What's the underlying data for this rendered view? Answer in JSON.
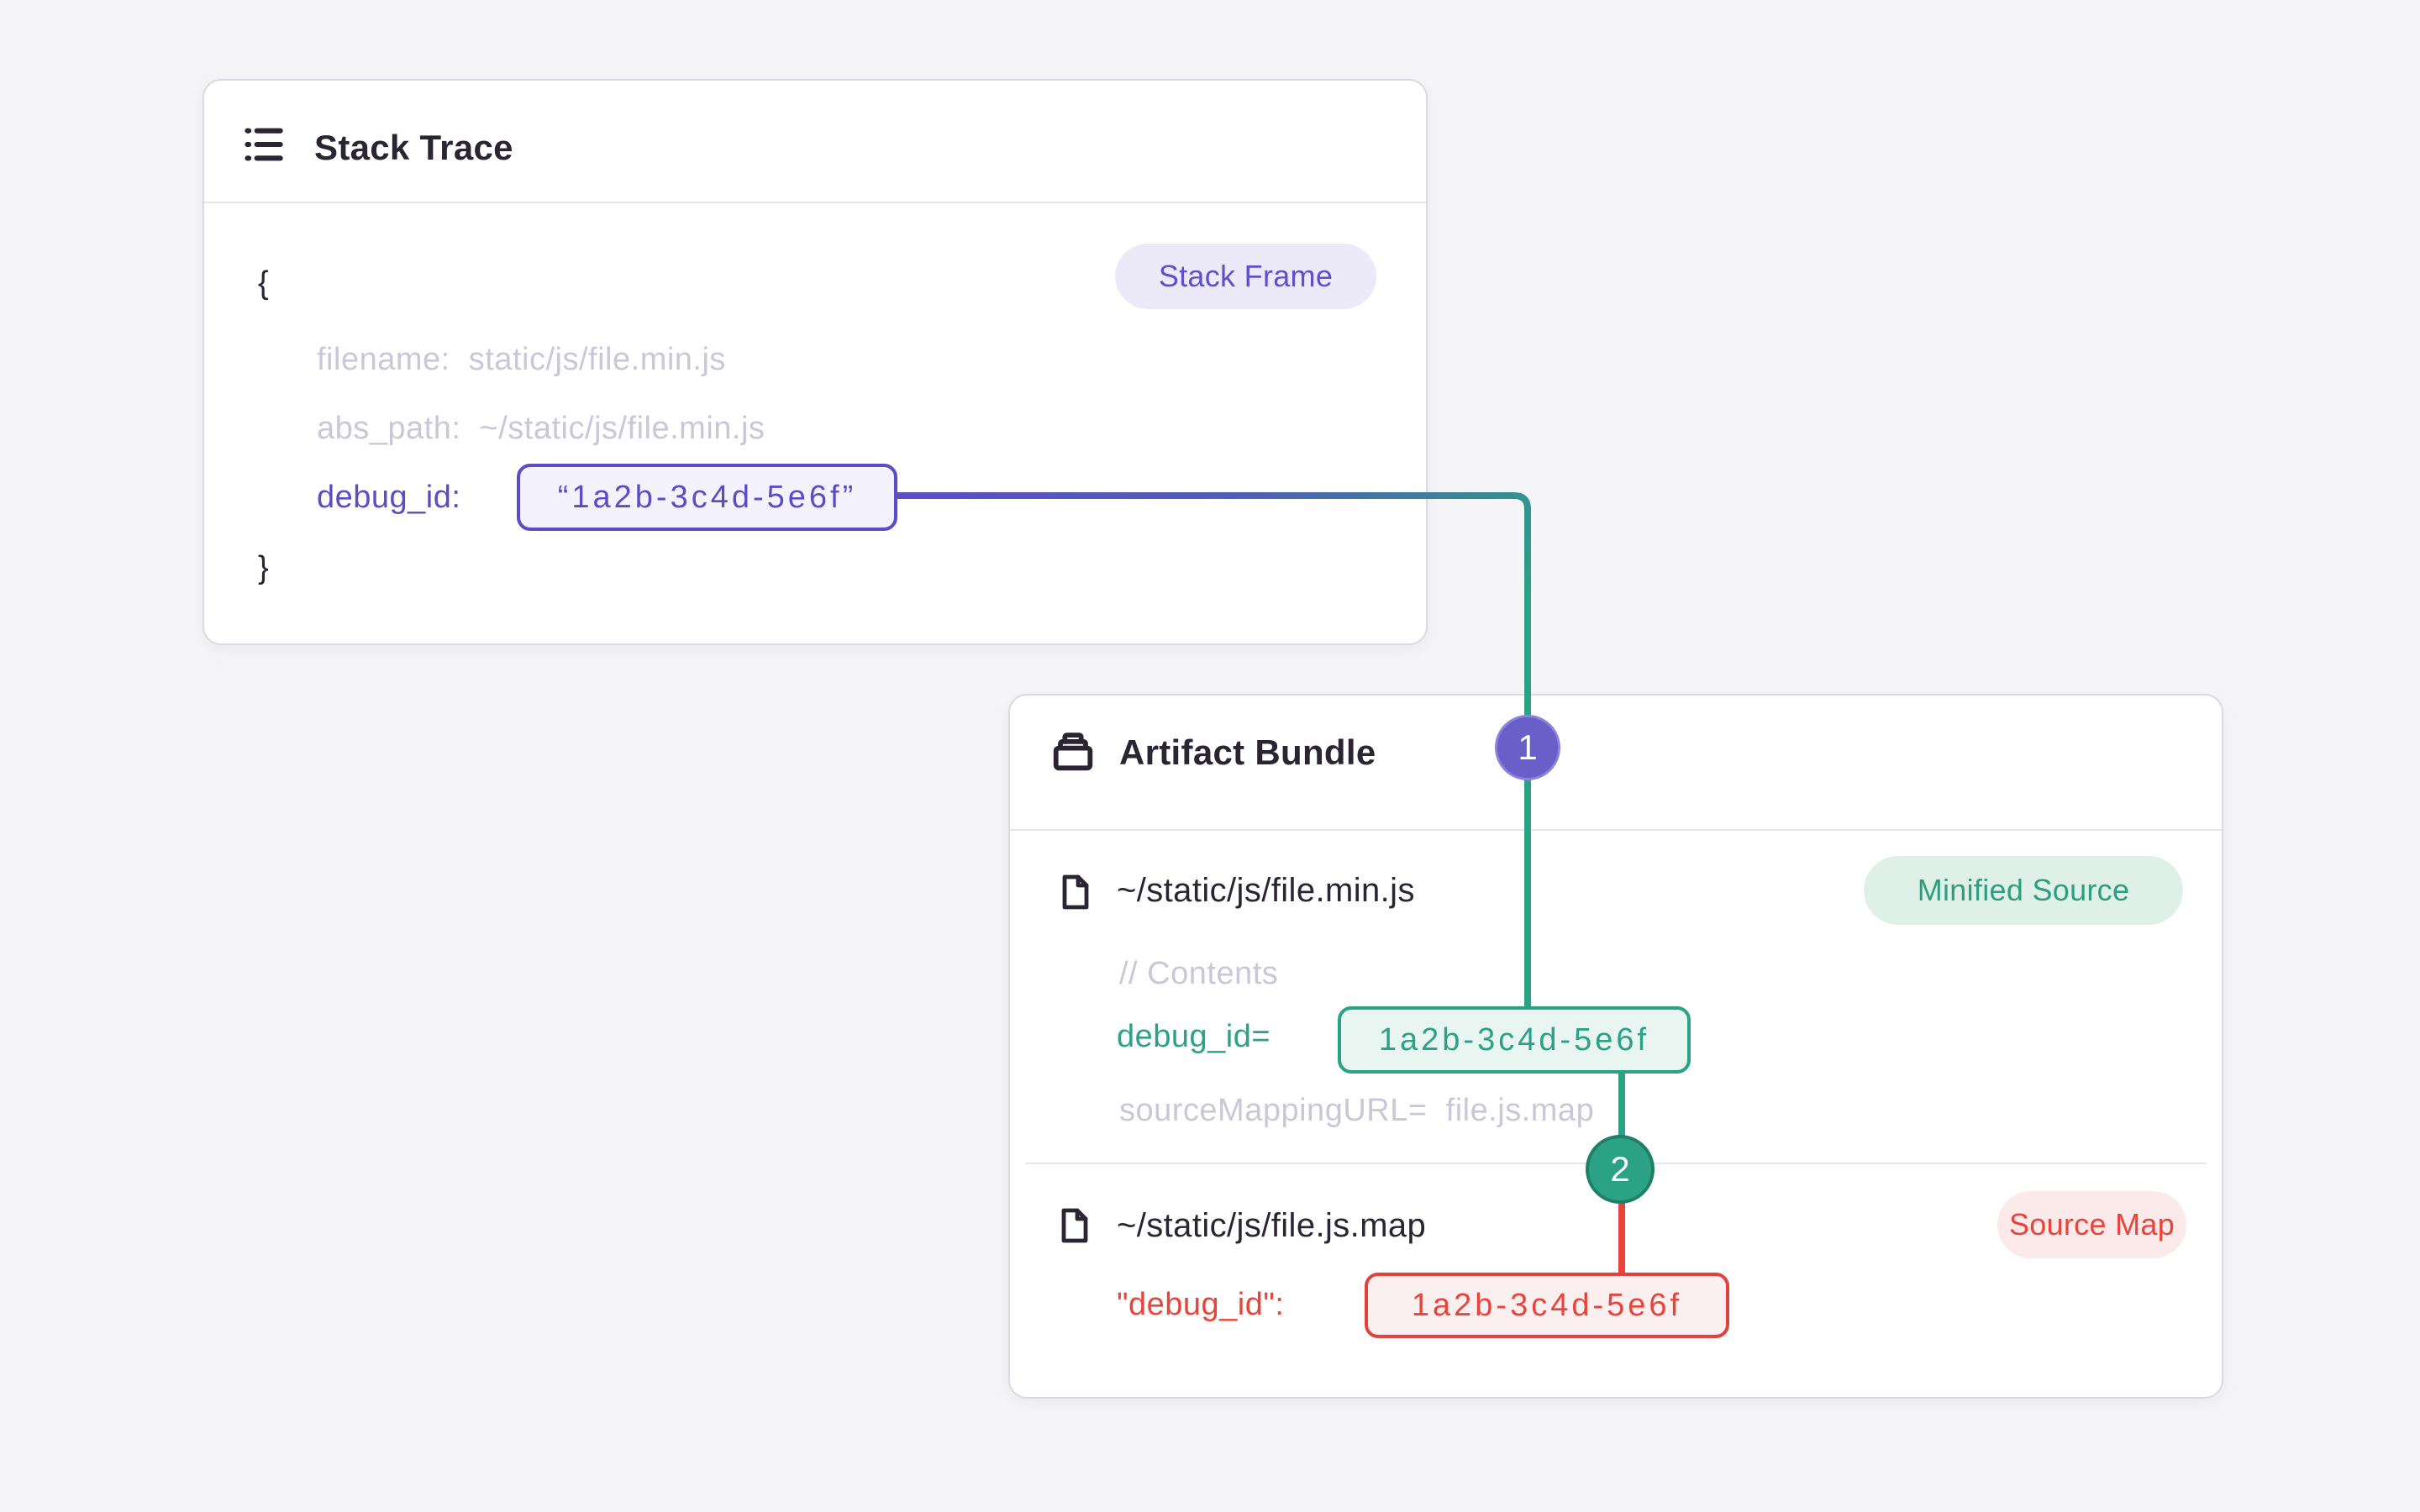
{
  "colors": {
    "page_bg": "#F5F5F7",
    "purple_accent": "#5B4EC5",
    "green_accent": "#2BA185",
    "red_accent": "#E8443B",
    "muted_text": "#CBC7D6",
    "dark_text": "#2B2433"
  },
  "stack_trace_card": {
    "title": "Stack Trace",
    "badge": "Stack Frame",
    "code": {
      "open_brace": "{",
      "filename_line": "filename:  static/js/file.min.js",
      "abs_path_line": "abs_path:  ~/static/js/file.min.js",
      "debug_label": "debug_id:",
      "debug_value": "“1a2b-3c4d-5e6f”",
      "close_brace": "}"
    }
  },
  "artifact_card": {
    "title": "Artifact Bundle",
    "files": [
      {
        "path": "~/static/js/file.min.js",
        "badge": "Minified Source",
        "lines": {
          "comment": "// Contents",
          "debug_label": "debug_id=",
          "debug_value": "1a2b-3c4d-5e6f",
          "source_mapping": "sourceMappingURL=  file.js.map"
        }
      },
      {
        "path": "~/static/js/file.js.map",
        "badge": "Source Map",
        "lines": {
          "debug_label": "\"debug_id\":",
          "debug_value": "1a2b-3c4d-5e6f"
        }
      }
    ]
  },
  "connectors": {
    "step1": "1",
    "step2": "2"
  }
}
